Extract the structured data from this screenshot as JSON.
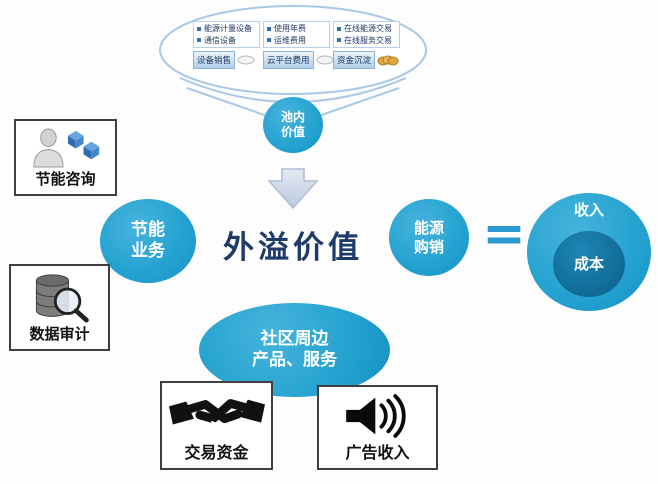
{
  "funnel": {
    "columns": [
      {
        "items": [
          "能源计量设备",
          "通信设备"
        ],
        "label": "设备销售"
      },
      {
        "items": [
          "使用年费",
          "运维费用"
        ],
        "label": "云平台费用"
      },
      {
        "items": [
          "在线能源交易",
          "在线服务交易"
        ],
        "label": "资金沉淀"
      }
    ],
    "pool_circle": {
      "line1": "池内",
      "line2": "价值"
    }
  },
  "center": {
    "title": "外溢价值"
  },
  "left_column": {
    "consult_label": "节能咨询",
    "business_circle": {
      "line1": "节能",
      "line2": "业务"
    },
    "audit_label": "数据审计"
  },
  "right_group": {
    "trade_circle": {
      "line1": "能源",
      "line2": "购销"
    },
    "equals": "=",
    "income_label": "收入",
    "cost_label": "成本"
  },
  "bottom_group": {
    "community_circle": {
      "line1": "社区周边",
      "line2": "产品、服务"
    },
    "trade_fund_label": "交易资金",
    "ad_income_label": "广告收入"
  },
  "colors": {
    "circle_blue": "#219fce",
    "dark_navy": "#1d3a68",
    "funnel_stroke": "#a9c7e7"
  }
}
